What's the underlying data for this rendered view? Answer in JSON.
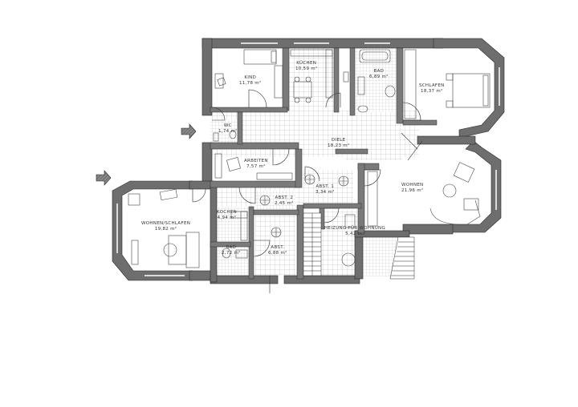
{
  "rooms": [
    {
      "id": "kind",
      "name": "KIND",
      "area": "11,78 m²"
    },
    {
      "id": "kuechen",
      "name": "KÜCHEN",
      "area": "10,59 m²"
    },
    {
      "id": "bad",
      "name": "BAD",
      "area": "6,89 m²"
    },
    {
      "id": "schlafen",
      "name": "SCHLAFEN",
      "area": "18,37 m²"
    },
    {
      "id": "wc",
      "name": "WC",
      "area": "1,74 m²"
    },
    {
      "id": "diele",
      "name": "DIELE",
      "area": "18,23 m²"
    },
    {
      "id": "arbeiten",
      "name": "ARBEITEN",
      "area": "7,57 m²"
    },
    {
      "id": "wohnen",
      "name": "WOHNEN",
      "area": "21,96 m²"
    },
    {
      "id": "abst1",
      "name": "ABST. 1",
      "area": "3,34 m²"
    },
    {
      "id": "abst2",
      "name": "ABST. 2",
      "area": "2,45 m²"
    },
    {
      "id": "kochen",
      "name": "KOCHEN",
      "area": "4,94 m²"
    },
    {
      "id": "wohnenschlafen",
      "name": "WOHNEN/SCHLAFEN",
      "area": "19,82 m²"
    },
    {
      "id": "heizung",
      "name": "HEIZUNG FÜR WOHNUNG",
      "area": "5,42 m²"
    },
    {
      "id": "bad2",
      "name": "BAD",
      "area": "2,72 m²"
    },
    {
      "id": "abst",
      "name": "ABST.",
      "area": "6,88 m²"
    }
  ],
  "colors": {
    "wall": "#6b6b6b",
    "line": "#2a2a2a",
    "tile": "#9a9a9a",
    "furniture": "#444444"
  },
  "icons": [
    "north-arrow-icon",
    "entrance-arrow-icon"
  ]
}
